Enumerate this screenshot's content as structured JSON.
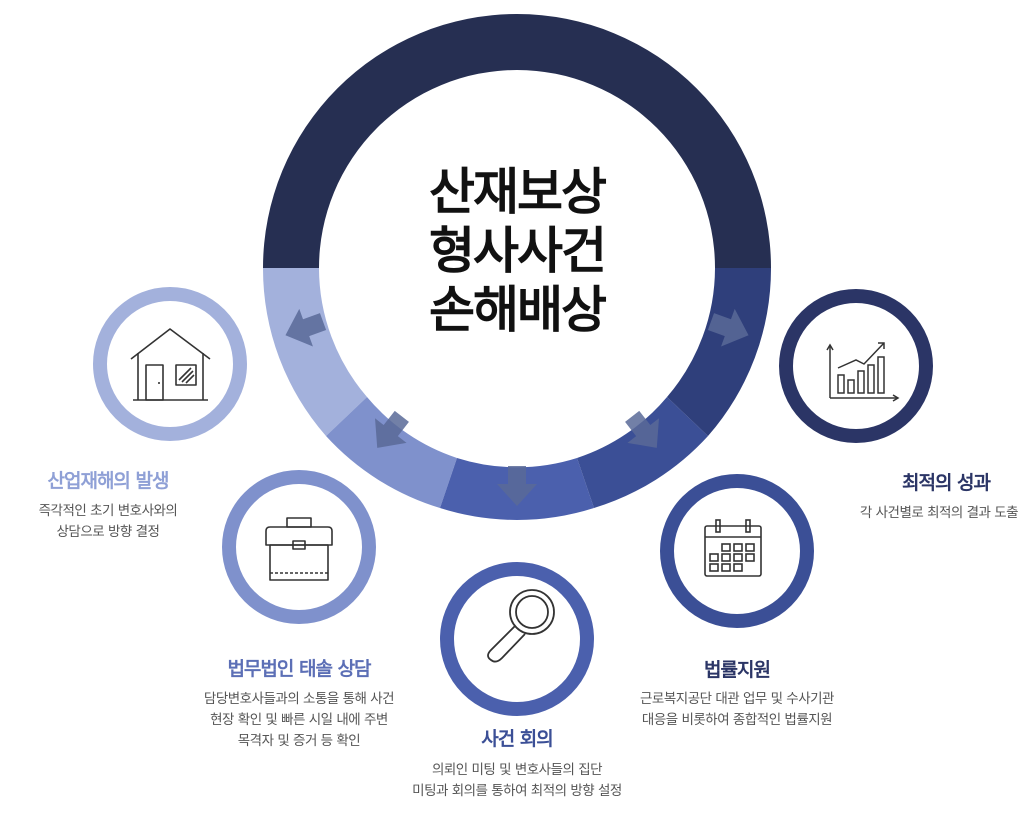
{
  "center": {
    "lines": [
      "산재보상",
      "형사사건",
      "손해배상"
    ]
  },
  "colors": {
    "ring_top": "#262f52",
    "seg1": "#a3b1dc",
    "seg2": "#7f91cc",
    "seg3": "#4b60ad",
    "seg4": "#3b4f96",
    "seg5": "#2f3f7b",
    "title_light": "#8fa0d6",
    "title_mid": "#5c6fb6",
    "title_dark": "#2b3566"
  },
  "steps": [
    {
      "title": "산업재해의 발생",
      "desc": [
        "즉각적인 초기 변호사와의",
        "상담으로 방향 결정"
      ],
      "icon": "house-icon"
    },
    {
      "title": "법무법인 태솔 상담",
      "desc": [
        "담당변호사들과의 소통을 통해 사건",
        "현장 확인 및 빠른 시일 내에 주변",
        "목격자 및 증거 등 확인"
      ],
      "icon": "briefcase-icon"
    },
    {
      "title": "사건 회의",
      "desc": [
        "의뢰인 미팅 및 변호사들의 집단",
        "미팅과 회의를 통하여 최적의 방향 설정"
      ],
      "icon": "magnifier-icon"
    },
    {
      "title": "법률지원",
      "desc": [
        "근로복지공단 대관 업무 및 수사기관",
        "대응을 비롯하여 종합적인 법률지원"
      ],
      "icon": "calendar-icon"
    },
    {
      "title": "최적의 성과",
      "desc": [
        "각 사건별로 최적의 결과 도출"
      ],
      "icon": "growth-chart-icon"
    }
  ]
}
